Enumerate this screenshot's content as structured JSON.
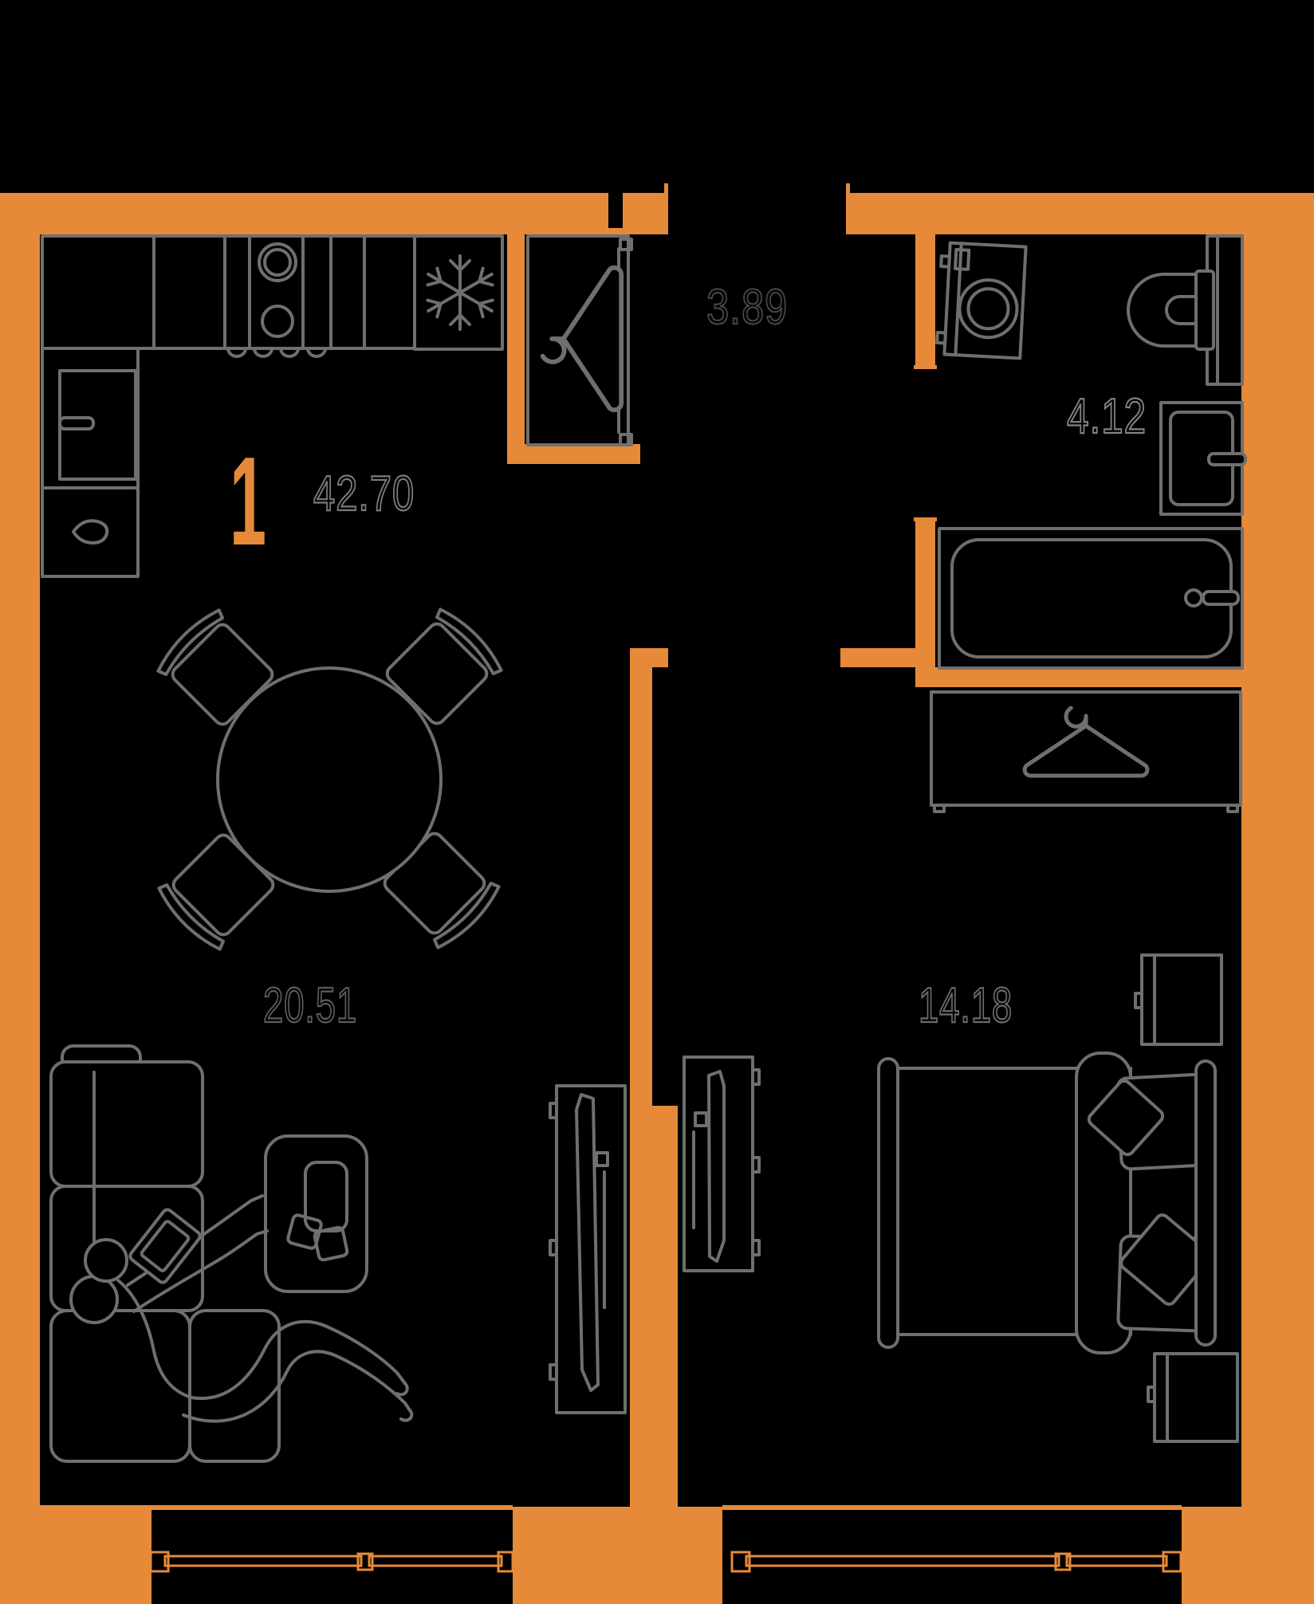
{
  "labels": {
    "room_count": "1",
    "total_area": "42.70",
    "hallway_area": "3.89",
    "bathroom_area": "4.12",
    "living_area": "20.51",
    "bedroom_area": "14.18"
  },
  "colors": {
    "wall": "#e68a39",
    "line": "#6f6f6f",
    "bg": "#000000",
    "label": "#9a9a9a"
  },
  "icons": {
    "fridge": "snowflake-icon",
    "closet": "hanger-icon",
    "wardrobe": "hanger-icon",
    "sink_cabinet": "drop-icon"
  }
}
